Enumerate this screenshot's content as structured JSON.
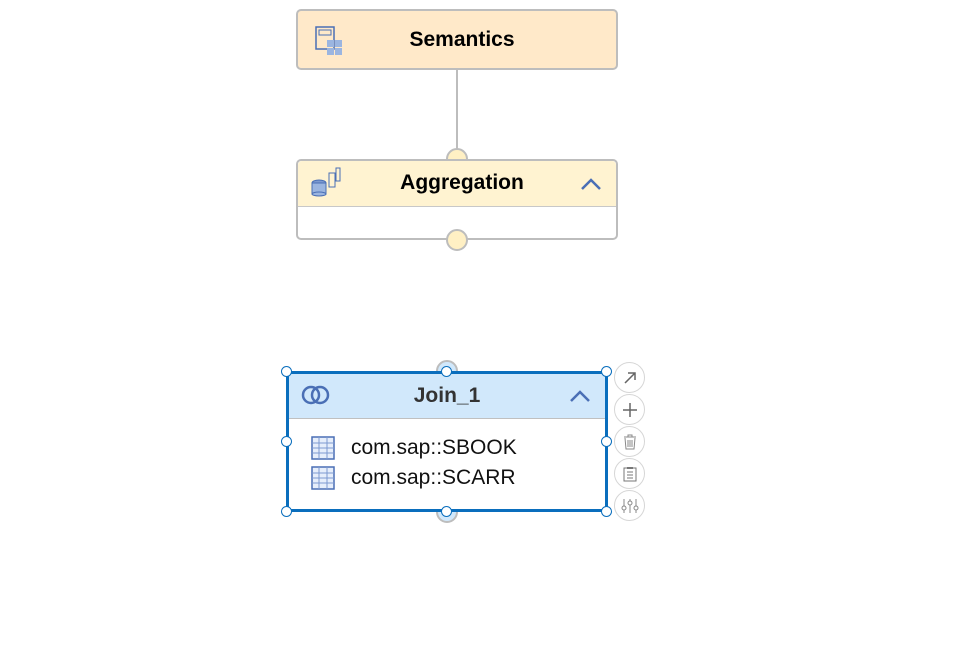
{
  "nodes": {
    "semantics": {
      "title": "Semantics"
    },
    "aggregation": {
      "title": "Aggregation"
    },
    "join": {
      "title": "Join_1",
      "items": [
        "com.sap::SBOOK",
        "com.sap::SCARR"
      ]
    }
  },
  "actions": [
    "open-icon",
    "add-icon",
    "delete-icon",
    "clipboard-icon",
    "settings-icon"
  ],
  "colors": {
    "selection": "#0a6ebd",
    "icon": "#4a6fb5"
  }
}
